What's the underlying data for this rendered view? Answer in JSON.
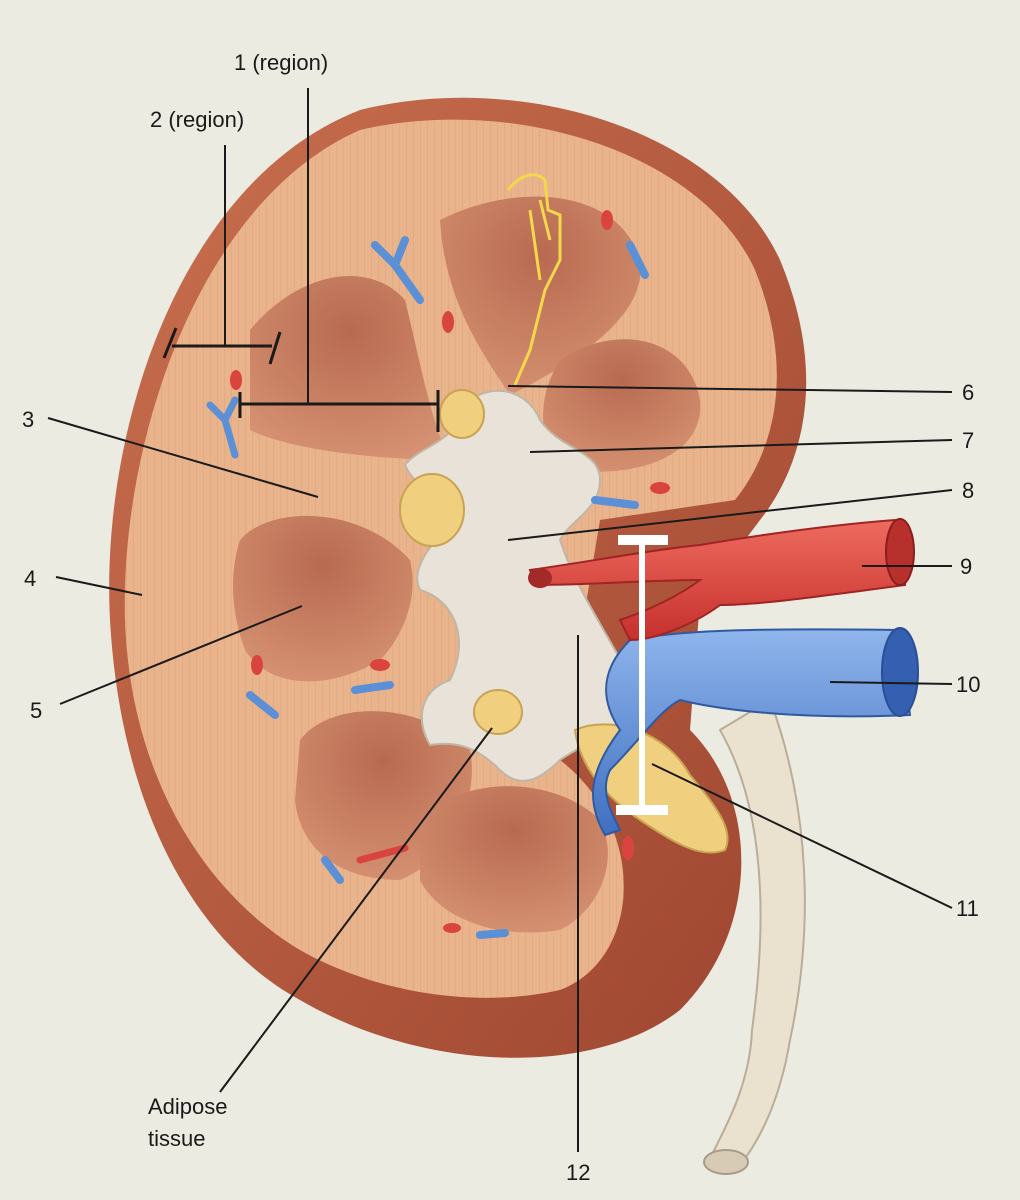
{
  "labels": {
    "l1": "1 (region)",
    "l2": "2 (region)",
    "l3": "3",
    "l4": "4",
    "l5": "5",
    "l6": "6",
    "l7": "7",
    "l8": "8",
    "l9": "9",
    "l10": "10",
    "l11": "11",
    "l12": "12",
    "adipose_line1": "Adipose",
    "adipose_line2": "tissue"
  },
  "colors": {
    "background": "#ecebe2",
    "capsule": "#b85a3d",
    "cortex": "#e9b48c",
    "pyramid": "#c27a5e",
    "pelvis": "#e8e2d8",
    "artery": "#d9443f",
    "vein": "#5b8fd6",
    "fat": "#f0cf7e",
    "ureter": "#ebe1cf",
    "bracket_bar": "#ffffff"
  }
}
